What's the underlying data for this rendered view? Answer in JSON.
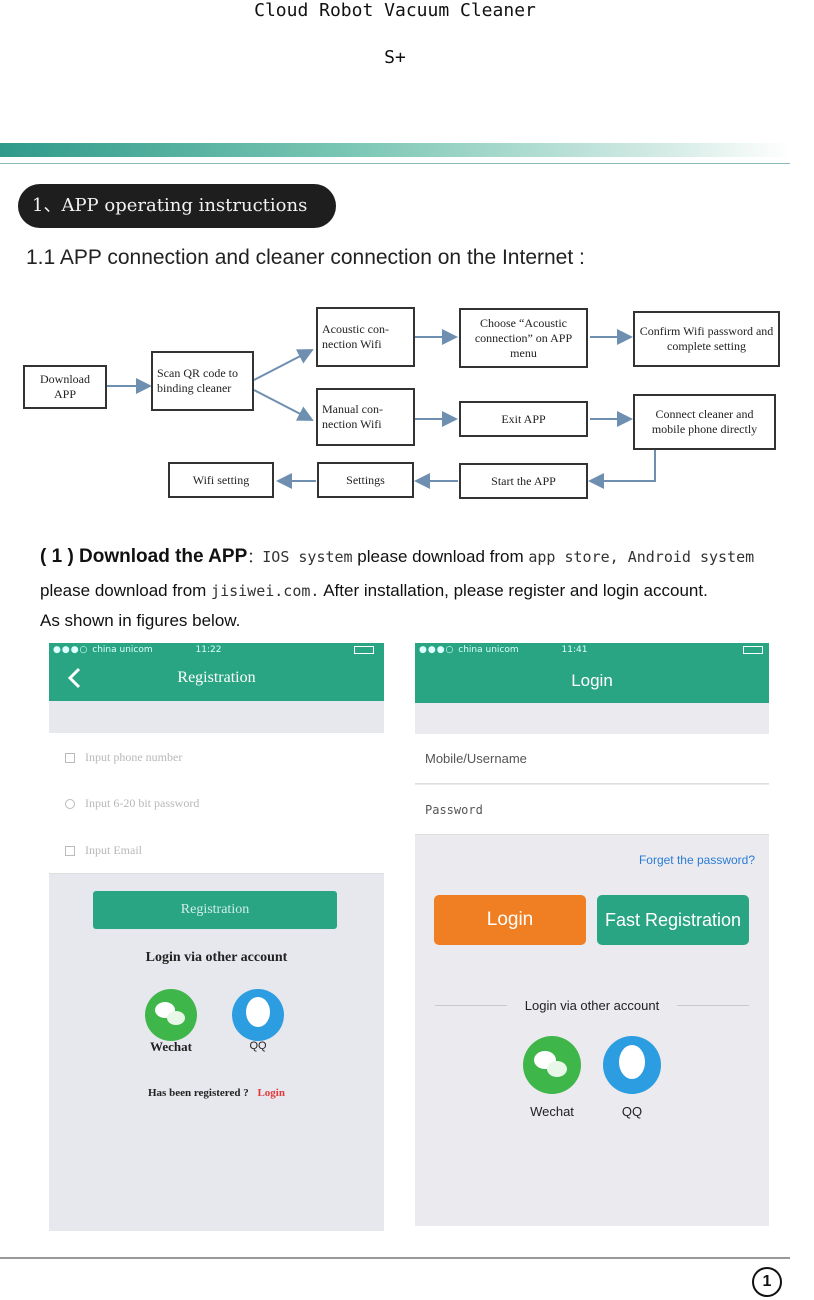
{
  "header": {
    "title": "Cloud Robot Vacuum Cleaner",
    "model": "S+"
  },
  "section": {
    "pill": "1、APP operating instructions",
    "heading": "1.1 APP connection and cleaner connection on the Internet :"
  },
  "flow": {
    "download": "Download APP",
    "scan": "Scan QR code to binding cleaner",
    "acoustic": "Acoustic con-nection Wifi",
    "manual": "Manual con-nection Wifi",
    "choose": "Choose “Acoustic connection” on APP menu",
    "exit": "Exit APP",
    "confirm": "Confirm Wifi password and complete setting",
    "connect": "Connect cleaner and mobile phone directly",
    "start": "Start the APP",
    "settings": "Settings",
    "wifi_setting": "Wifi setting"
  },
  "paragraph": {
    "num": "( 1 ) Download the APP",
    "colon": "：",
    "ios": "IOS system",
    "t1": " please download from ",
    "store": "app store, Android system",
    "t2": "please download from ",
    "site": "jisiwei.com.",
    "t3": "   After installation, please register and login account.",
    "line3": "As shown in figures below."
  },
  "reg_screen": {
    "status": "china unicom",
    "time": "11:22",
    "title": "Registration",
    "back_icon": "chevron-left-icon",
    "phone_placeholder": "Input phone number",
    "password_placeholder": "Input 6-20 bit password",
    "email_placeholder": "Input Email",
    "register_button": "Registration",
    "other_login": "Login via other account",
    "wechat": "Wechat",
    "qq": "QQ",
    "registered_q": "Has been registered ?",
    "login_link": "Login",
    "accent": "#2aa584"
  },
  "login_screen": {
    "status": "china unicom",
    "time": "11:41",
    "title": "Login",
    "username_placeholder": "Mobile/Username",
    "password_placeholder": "Password",
    "forget": "Forget the password?",
    "login_button": "Login",
    "fast_reg_button": "Fast Registration",
    "other_login": "Login via other account",
    "wechat": "Wechat",
    "qq": "QQ",
    "login_color": "#f07e22",
    "accent": "#2aa584"
  },
  "footer": {
    "page": "1"
  }
}
